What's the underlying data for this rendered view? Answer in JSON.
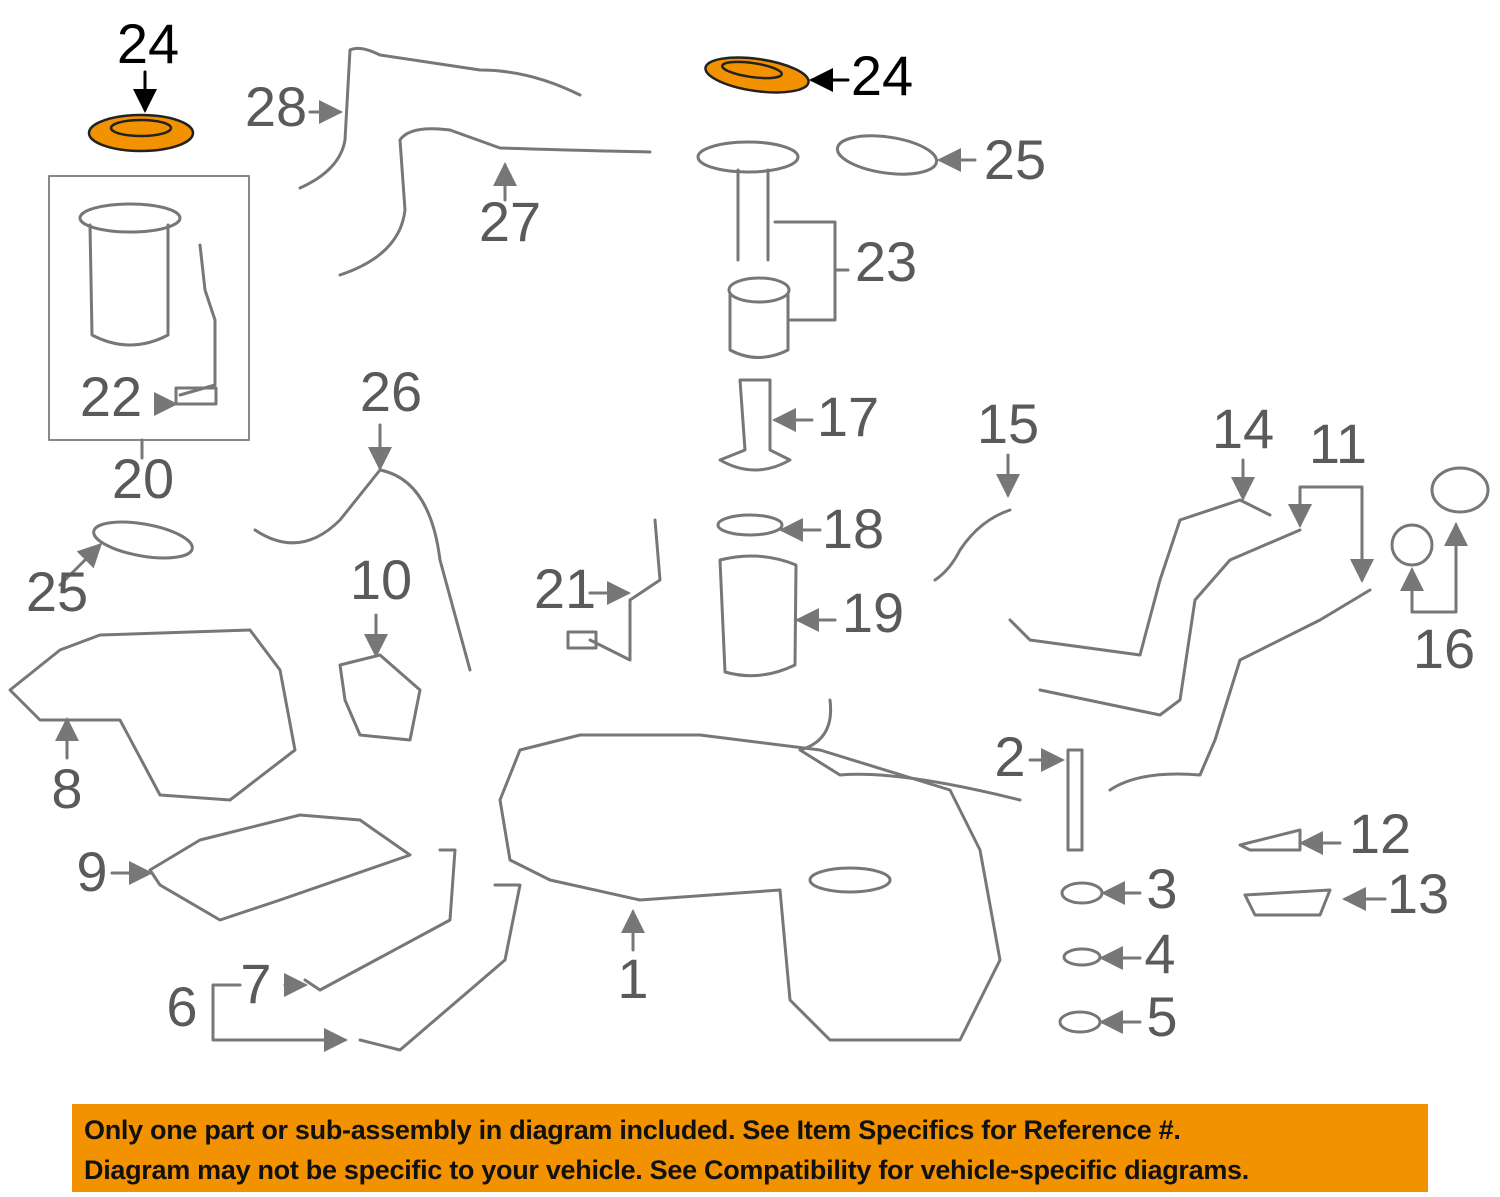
{
  "diagram": {
    "callouts": [
      "24",
      "24",
      "28",
      "27",
      "25",
      "23",
      "22",
      "20",
      "26",
      "17",
      "15",
      "14",
      "11",
      "18",
      "21",
      "19",
      "25",
      "10",
      "16",
      "8",
      "2",
      "12",
      "9",
      "3",
      "13",
      "1",
      "7",
      "4",
      "6",
      "5"
    ],
    "highlight_color": "#f39200",
    "line_color": "#777777"
  },
  "banner": {
    "line1": "Only one part or sub-assembly in diagram included. See Item Specifics for Reference #.",
    "line2": "Diagram may not be specific to your vehicle. See Compatibility for vehicle-specific diagrams."
  }
}
